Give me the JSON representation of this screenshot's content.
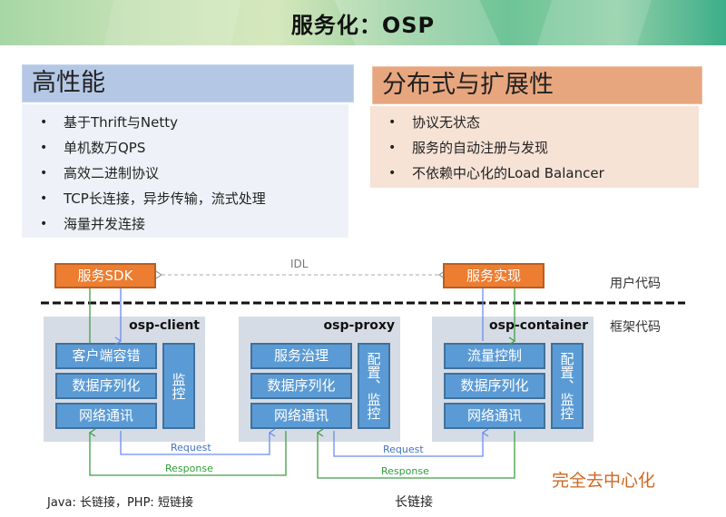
{
  "title": "服务化：OSP",
  "panels": {
    "performance": {
      "heading": "高性能",
      "items": [
        "基于Thrift与Netty",
        "单机数万QPS",
        "高效二进制协议",
        "TCP长连接，异步传输，流式处理",
        "海量并发连接"
      ]
    },
    "distributed": {
      "heading": "分布式与扩展性",
      "items": [
        "协议无状态",
        "服务的自动注册与发现",
        "不依赖中心化的Load Balancer"
      ]
    },
    "bullet": "•"
  },
  "diagram": {
    "user_nodes": {
      "sdk": "服务SDK",
      "impl": "服务实现"
    },
    "idl_label": "IDL",
    "layers": {
      "user_code": "用户代码",
      "framework_code": "框架代码"
    },
    "containers": [
      {
        "name": "osp-client",
        "boxes": [
          "客户端容错",
          "数据序列化",
          "网络通讯"
        ],
        "side": "监控"
      },
      {
        "name": "osp-proxy",
        "boxes": [
          "服务治理",
          "数据序列化",
          "网络通讯"
        ],
        "side": "配置、监控"
      },
      {
        "name": "osp-container",
        "boxes": [
          "流量控制",
          "数据序列化",
          "网络通讯"
        ],
        "side": "配置、监控"
      }
    ],
    "flows": {
      "request": "Request",
      "response": "Response"
    },
    "notes": {
      "left": "Java: 长链接，PHP: 短链接",
      "middle": "长链接",
      "highlight": "完全去中心化"
    },
    "colors": {
      "orange": "#ed7d31",
      "blue": "#5b9bd5",
      "request": "#6a8cf0",
      "response": "#3f9f44",
      "highlight": "#d0661f"
    }
  }
}
